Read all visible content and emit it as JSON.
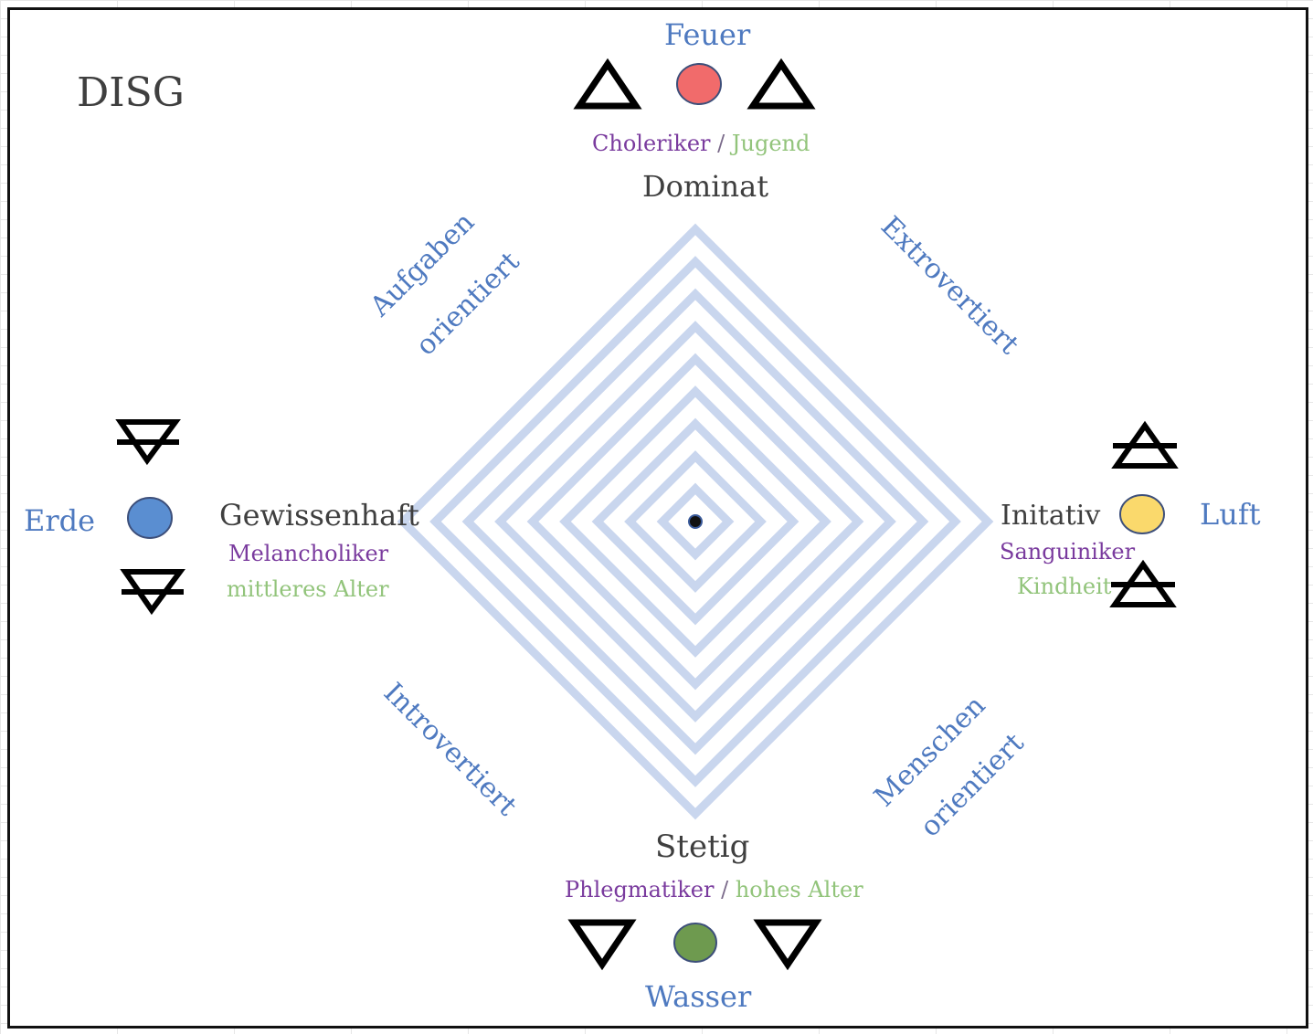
{
  "title": "DISG",
  "top": {
    "element": "Feuer",
    "temperament": "Choleriker",
    "separator": "/",
    "age": "Jugend",
    "trait": "Dominat",
    "color": "#f16b6b"
  },
  "right": {
    "element": "Luft",
    "trait": "Initativ",
    "temperament": "Sanguiniker",
    "age": "Kindheit",
    "color": "#fad96c"
  },
  "bottom": {
    "element": "Wasser",
    "trait": "Stetig",
    "temperament": "Phlegmatiker",
    "separator": "/",
    "age": "hohes Alter",
    "color": "#6e9a4f"
  },
  "left": {
    "element": "Erde",
    "trait": "Gewissenhaft",
    "temperament": "Melancholiker",
    "age": "mittleres Alter",
    "color": "#5a8ed1"
  },
  "axes": {
    "top_left_line1": "Aufgaben",
    "top_left_line2": "orientiert",
    "top_right": "Extrovertiert",
    "bottom_left": "Introvertiert",
    "bottom_right_line1": "Menschen",
    "bottom_right_line2": "orientiert"
  },
  "colors": {
    "axis_text": "#4f7ac0",
    "diamond_lines": "#c9d6ee",
    "temperament_text": "#7a3b9e",
    "age_text": "#92c47b",
    "trait_text": "#3f3f3f"
  },
  "icons": {
    "fire": "fire-triangle-icon",
    "air": "air-triangle-icon",
    "water": "water-triangle-icon",
    "earth": "earth-triangle-icon"
  }
}
